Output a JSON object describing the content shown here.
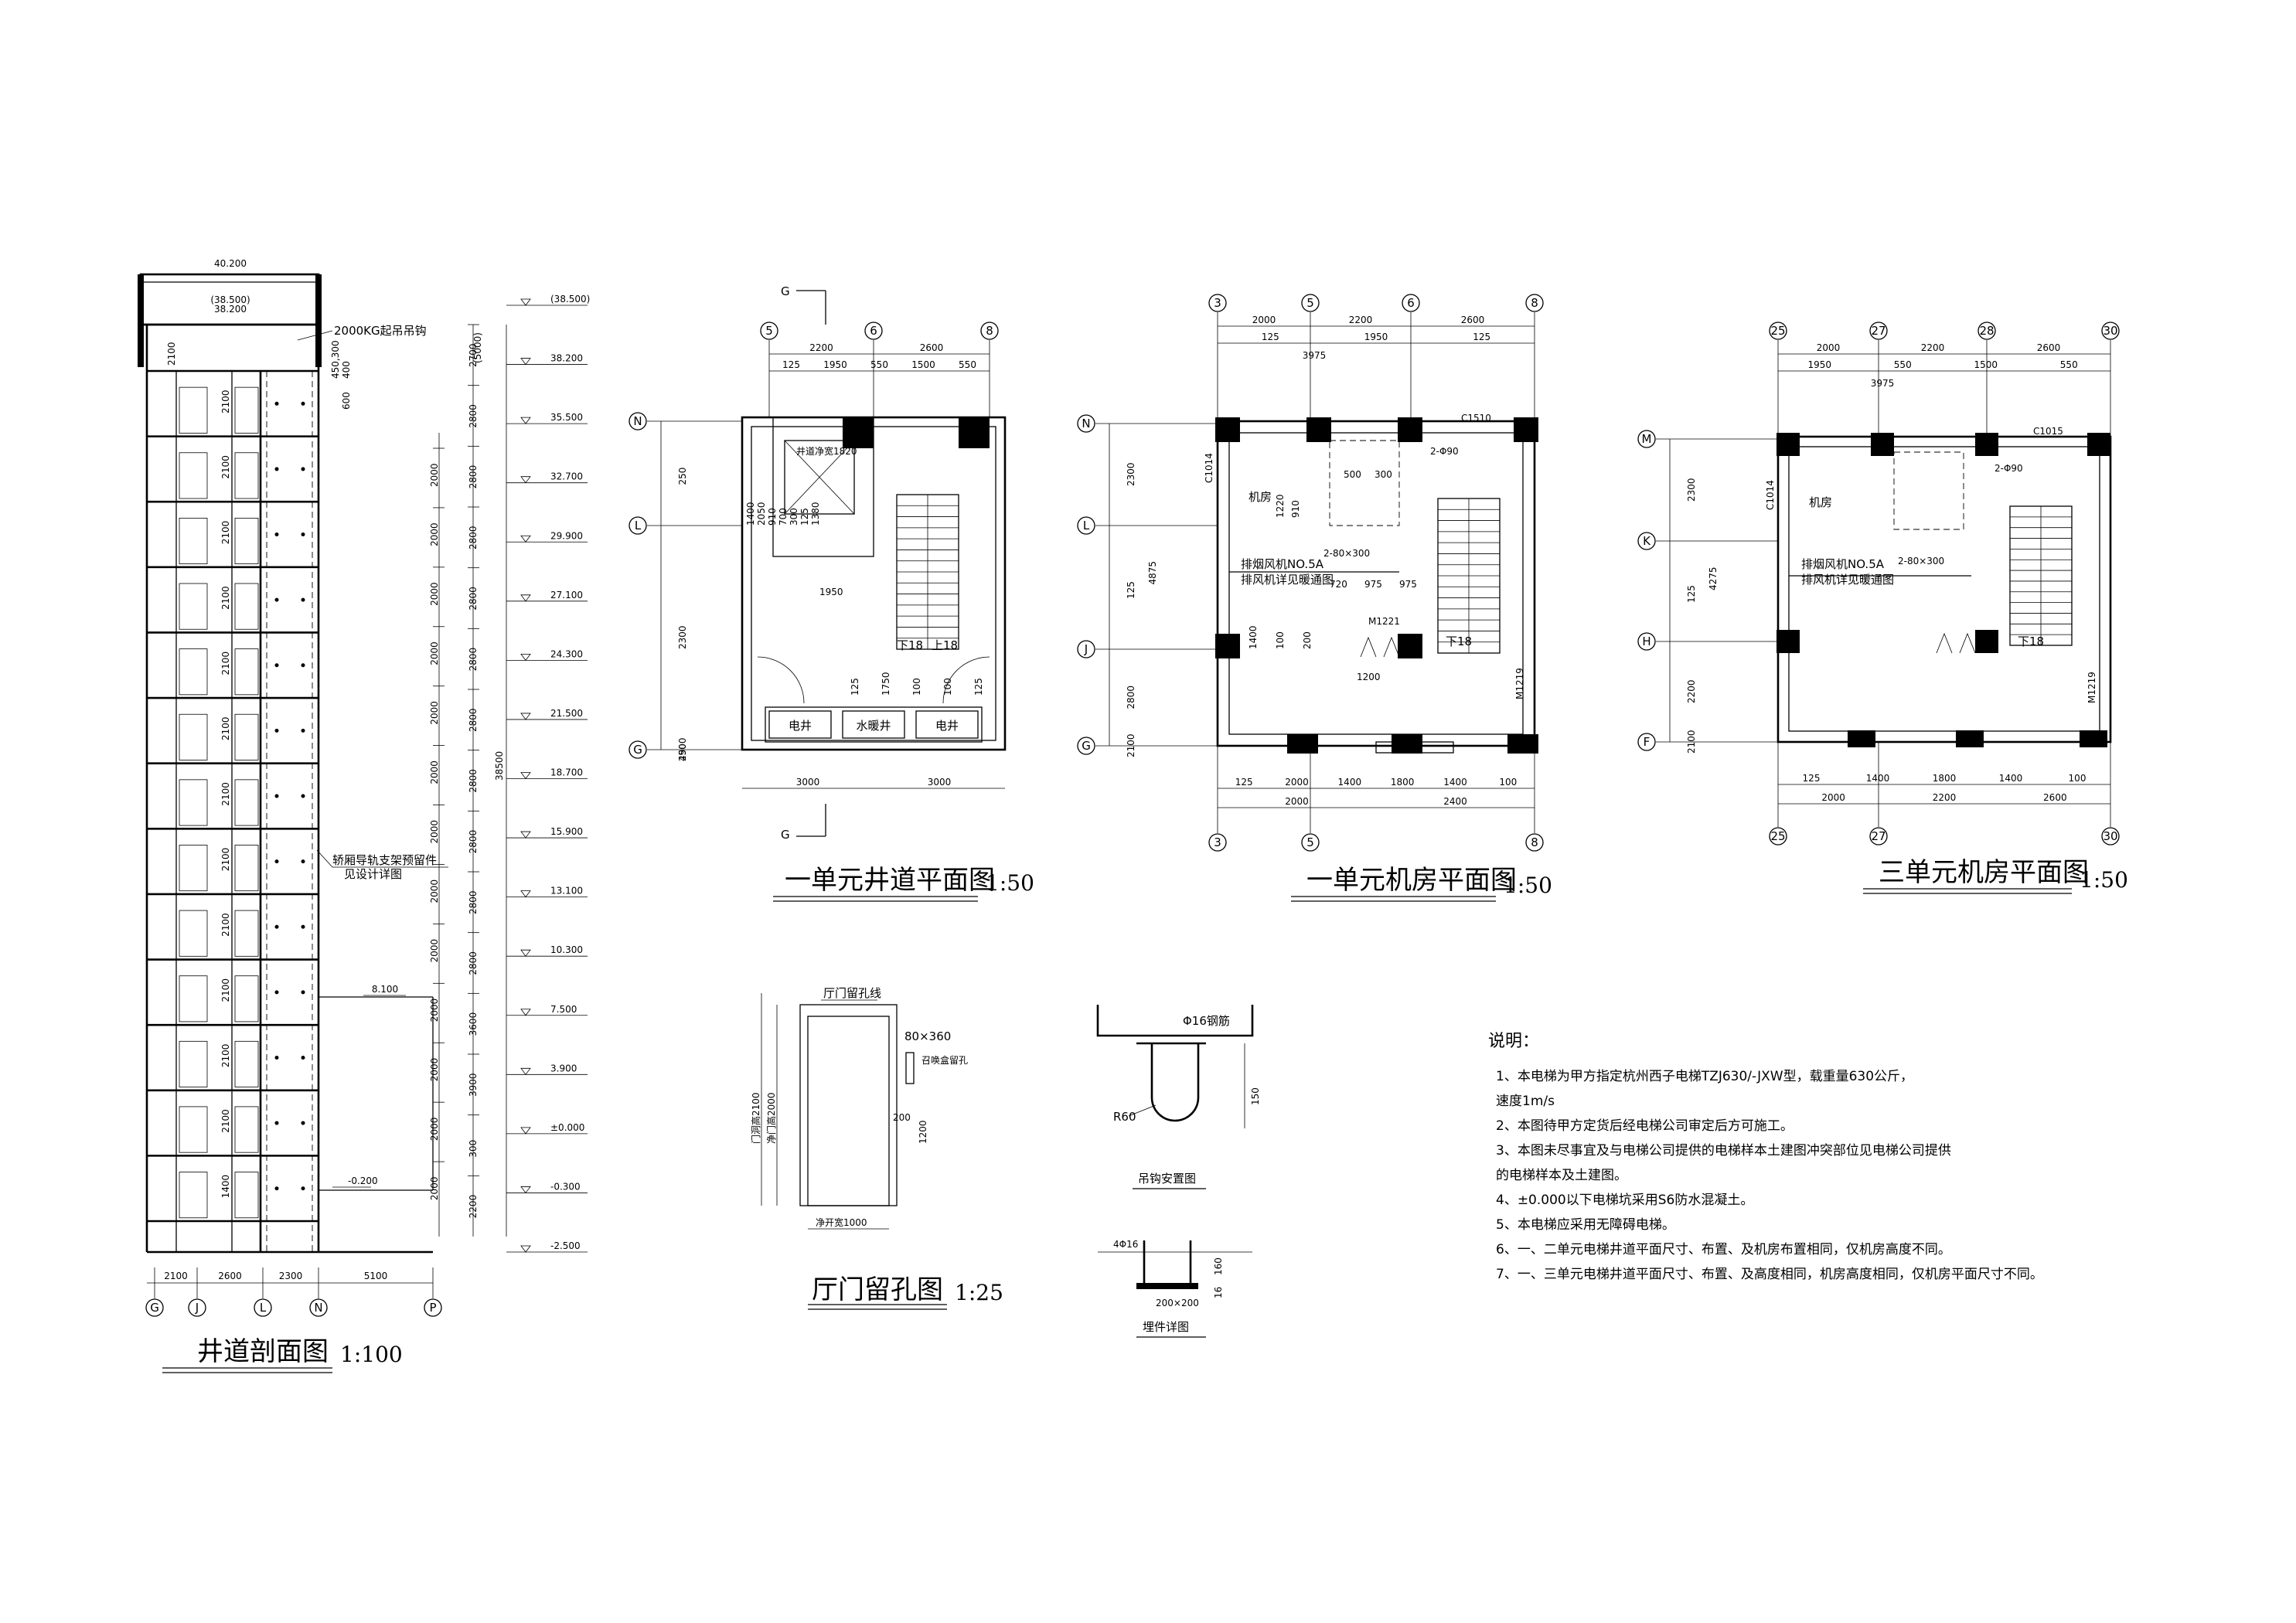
{
  "section": {
    "title": "井道剖面图",
    "scale": "1:100",
    "machine_label": "2000KG起吊吊钩",
    "shaft_note_1": "轿厢导轨支架预留件",
    "shaft_note_2": "见设计详图",
    "top_level": "40.200",
    "roof_levels": [
      "(38.500)",
      "38.200"
    ],
    "right_levels": [
      {
        "label": "(38.500)"
      },
      {
        "label": "38.200"
      },
      {
        "label": "35.500"
      },
      {
        "label": "32.700"
      },
      {
        "label": "29.900"
      },
      {
        "label": "27.100"
      },
      {
        "label": "24.300"
      },
      {
        "label": "21.500"
      },
      {
        "label": "18.700"
      },
      {
        "label": "15.900"
      },
      {
        "label": "13.100"
      },
      {
        "label": "10.300"
      },
      {
        "label": "7.500"
      },
      {
        "label": "3.900"
      },
      {
        "label": "±0.000"
      },
      {
        "label": "-0.300"
      },
      {
        "label": "-2.500"
      }
    ],
    "floor_dims": [
      "2700",
      "2800",
      "2800",
      "2800",
      "2800",
      "2800",
      "2800",
      "2800",
      "2800",
      "2800",
      "2800",
      "3600",
      "3900",
      "300",
      "2200"
    ],
    "door_dims": [
      "2000",
      "2000",
      "2000",
      "2000",
      "2000",
      "2000",
      "2000",
      "2000",
      "2000",
      "2000",
      "2000",
      "2000",
      "2000"
    ],
    "total_dim": "38500",
    "bracket": "(5000)",
    "left_dim_top": "2100",
    "left_dims": [
      "2100",
      "2100",
      "2100",
      "2100",
      "2100",
      "2100",
      "2100",
      "2100",
      "2100",
      "2100",
      "2100",
      "2100",
      "1400"
    ],
    "mid_levels": [
      "8.100",
      "-0.200"
    ],
    "top_dims": [
      "450,300",
      "400",
      "600"
    ],
    "bottom_dims": [
      "2100",
      "2600",
      "2300",
      "5100"
    ],
    "axes": [
      "G",
      "J",
      "L",
      "N",
      "P"
    ]
  },
  "plan1": {
    "title": "一单元井道平面图",
    "scale": "1:50",
    "section_mark": "G",
    "top_axes": [
      "5",
      "6",
      "8"
    ],
    "left_axes": [
      "N",
      "L",
      "G"
    ],
    "top_dims_1": [
      "2200",
      "2600"
    ],
    "top_dims_2": [
      "125",
      "1950",
      "550",
      "1500",
      "550"
    ],
    "left_dims": [
      "250",
      "2300",
      "250",
      "4900"
    ],
    "inner_dims": [
      "125",
      "1750",
      "100",
      "100",
      "125"
    ],
    "equip": [
      "电井",
      "水暖井",
      "电井"
    ],
    "stair": [
      "下18",
      "上18"
    ],
    "bottom_dims": [
      "3000",
      "3000"
    ],
    "shaft_labels": [
      "井道净宽1820",
      "1400",
      "2050",
      "910",
      "700",
      "300",
      "125",
      "1380",
      "1950"
    ]
  },
  "plan2": {
    "title": "一单元机房平面图",
    "scale": "1:50",
    "top_axes": [
      "3",
      "5",
      "6",
      "8"
    ],
    "bottom_axes": [
      "3",
      "5",
      "8"
    ],
    "left_axes": [
      "N",
      "L",
      "J",
      "G"
    ],
    "top_dims_1": [
      "2000",
      "2200",
      "2600"
    ],
    "top_dims_2": [
      "125",
      "1950",
      "125"
    ],
    "top_dim_3": "3975",
    "left_dims": [
      "2300",
      "125",
      "2800",
      "2100"
    ],
    "total_left": "4875",
    "window": "C1510",
    "window_side": "C1014",
    "room": "机房",
    "vent": "排烟风机NO.5A",
    "vent_note": "排风机详见暖通图",
    "hole": "2-Φ90",
    "hole2": "2-80×300",
    "door": "M1221",
    "door2": "M1219",
    "stair": "下18",
    "dims_mid": [
      "500",
      "300",
      "1220",
      "910",
      "720",
      "975",
      "975",
      "1200",
      "1400",
      "100",
      "200"
    ],
    "bottom_dims_1": [
      "125",
      "2000",
      "1400",
      "1800",
      "1400",
      "100"
    ],
    "bottom_dims_2": [
      "2000",
      "2400"
    ]
  },
  "plan3": {
    "title": "三单元机房平面图",
    "scale": "1:50",
    "top_axes": [
      "25",
      "27",
      "28",
      "30"
    ],
    "bottom_axes": [
      "25",
      "27",
      "30"
    ],
    "left_axes": [
      "M",
      "K",
      "H",
      "F"
    ],
    "top_dims_1": [
      "2000",
      "2200",
      "2600"
    ],
    "top_dims_2": [
      "1950",
      "550",
      "1500",
      "550"
    ],
    "top_dim_3": "3975",
    "left_dims": [
      "2300",
      "125",
      "2200",
      "2100"
    ],
    "total_left": "4275",
    "window": "C1015",
    "window_side": "C1014",
    "room": "机房",
    "vent": "排烟风机NO.5A",
    "vent_note": "排风机详见暖通图",
    "hole": "2-Φ90",
    "hole2": "2-80×300",
    "door2": "M1219",
    "stair": "下18",
    "bottom_dims_1": [
      "125",
      "1400",
      "1800",
      "1400",
      "100"
    ],
    "bottom_dims_2": [
      "2000",
      "2200",
      "2600"
    ]
  },
  "door_detail": {
    "title": "厅门留孔图",
    "scale": "1:25",
    "label_top": "厅门留孔线",
    "slot": "80×360",
    "slot_note": "召唤盒留孔",
    "height_outer": "门洞高2100",
    "height_inner": "净门高2000",
    "side_dim": "200",
    "side_dim2": "1200",
    "width": "净开宽1000"
  },
  "hook_detail": {
    "title": "吊钩安置图",
    "bar": "Φ16钢筋",
    "radius": "R60",
    "dim": "150"
  },
  "embed_detail": {
    "title": "埋件详图",
    "bar": "4Φ16",
    "plate": "200×200",
    "dim1": "160",
    "dim2": "16"
  },
  "notes": {
    "heading": "说明：",
    "items": [
      "1、本电梯为甲方指定杭州西子电梯TZJ630/-JXW型，载重量630公斤，",
      "    速度1m/s",
      "2、本图待甲方定货后经电梯公司审定后方可施工。",
      "3、本图未尽事宜及与电梯公司提供的电梯样本土建图冲突部位见电梯公司提供",
      "    的电梯样本及土建图。",
      "4、±0.000以下电梯坑采用S6防水混凝土。",
      "5、本电梯应采用无障碍电梯。",
      "6、一、二单元电梯井道平面尺寸、布置、及机房布置相同，仅机房高度不同。",
      "7、一、三单元电梯井道平面尺寸、布置、及高度相同，机房高度相同，仅机房平面尺寸不同。"
    ]
  }
}
